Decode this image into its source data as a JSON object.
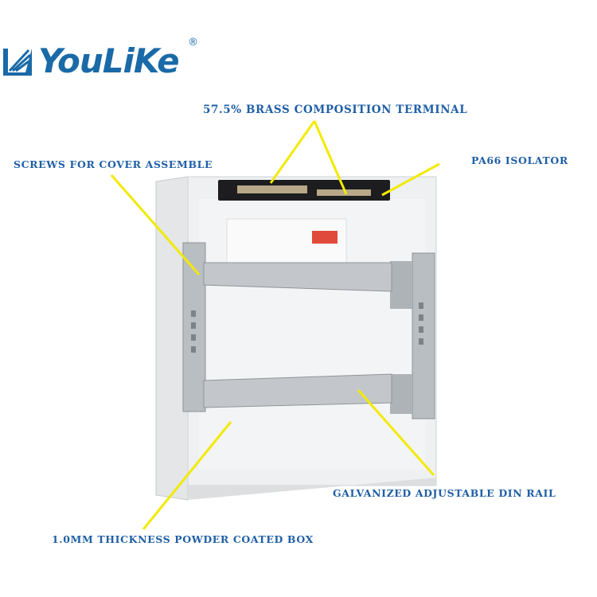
{
  "brand": {
    "name": "YouLiKe",
    "registered_mark": "®",
    "color": "#1a6aa8"
  },
  "annotations": {
    "terminal": "57.5% BRASS COMPOSITION TERMINAL",
    "screws": "SCREWS FOR COVER ASSEMBLE",
    "isolator": "PA66 ISOLATOR",
    "din_rail": "GALVANIZED ADJUSTABLE DIN RAIL",
    "box": "1.0MM THICKNESS POWDER COATED BOX"
  },
  "colors": {
    "label": "#1f5fa6",
    "pointer": "#f2ea00"
  }
}
